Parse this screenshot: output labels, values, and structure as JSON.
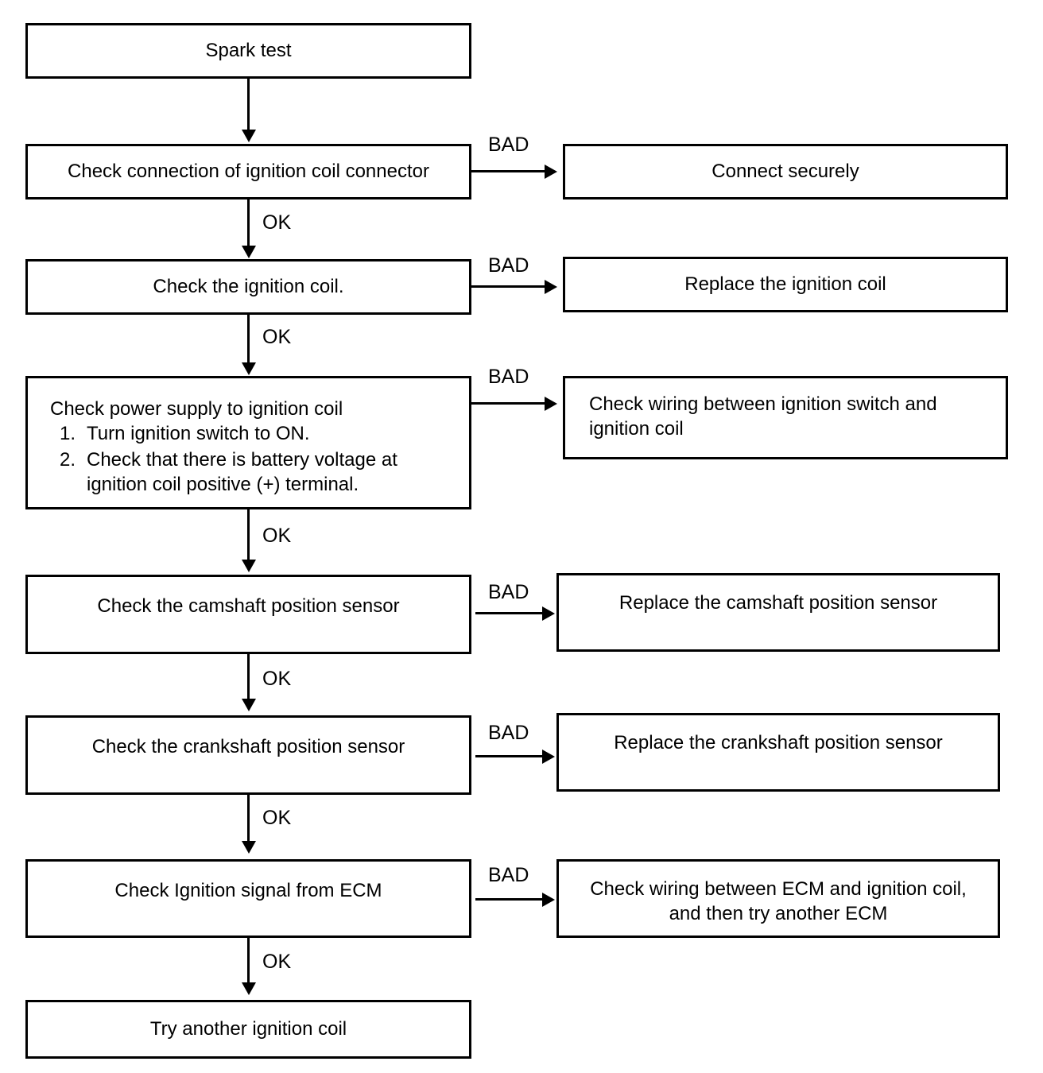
{
  "diagram": {
    "type": "flowchart",
    "title": "Spark test troubleshooting flowchart",
    "colors": {
      "stroke": "#000000",
      "background": "#ffffff",
      "text": "#000000"
    },
    "edge_labels": {
      "pass": "OK",
      "fail": "BAD"
    },
    "nodes": [
      {
        "id": "n1",
        "text": "Spark test"
      },
      {
        "id": "n2",
        "text": "Check connection of ignition coil connector"
      },
      {
        "id": "n2r",
        "text": "Connect securely"
      },
      {
        "id": "n3",
        "text": "Check the ignition coil."
      },
      {
        "id": "n3r",
        "text": "Replace the ignition coil"
      },
      {
        "id": "n4",
        "title": "Check power supply to ignition coil",
        "steps": [
          {
            "num": "1.",
            "text": "Turn ignition switch to ON."
          },
          {
            "num": "2.",
            "text": "Check that there is battery voltage at\nignition coil positive (+) terminal."
          }
        ]
      },
      {
        "id": "n4r",
        "text": "Check wiring between ignition switch and\nignition coil"
      },
      {
        "id": "n5",
        "text": "Check the camshaft position sensor"
      },
      {
        "id": "n5r",
        "text": "Replace the camshaft position sensor"
      },
      {
        "id": "n6",
        "text": "Check the crankshaft position sensor"
      },
      {
        "id": "n6r",
        "text": "Replace the crankshaft position sensor"
      },
      {
        "id": "n7",
        "text": "Check Ignition signal from ECM"
      },
      {
        "id": "n7r",
        "text": "Check wiring between ECM and ignition coil,\nand then try another ECM"
      },
      {
        "id": "n8",
        "text": "Try another ignition coil"
      }
    ],
    "ok_labels": [
      "OK",
      "OK",
      "OK",
      "OK",
      "OK",
      "OK"
    ],
    "bad_labels": [
      "BAD",
      "BAD",
      "BAD",
      "BAD",
      "BAD",
      "BAD"
    ]
  }
}
